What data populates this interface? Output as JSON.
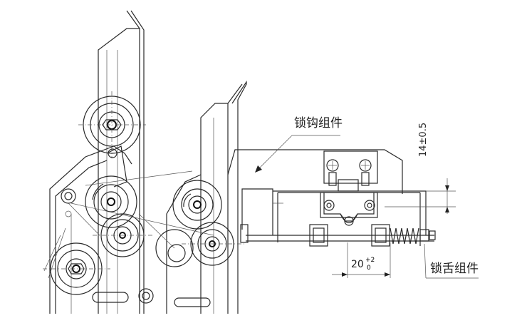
{
  "labels": {
    "hook_assembly": "锁钩组件",
    "tongue_assembly": "锁舌组件"
  },
  "dimensions": {
    "vertical_gap": "14±0.5",
    "horizontal_base": "20",
    "horizontal_upper_tol": "+2",
    "horizontal_lower_tol": "0"
  }
}
